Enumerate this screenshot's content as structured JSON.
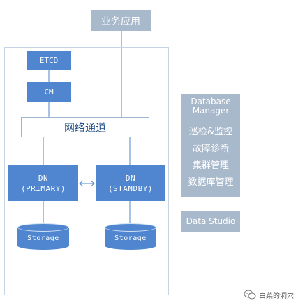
{
  "nodes": {
    "business_app": "业务应用",
    "etcd": "ETCD",
    "cm": "CM",
    "network_channel": "网络通道",
    "dn_primary": {
      "line1": "DN",
      "line2": "(PRIMARY)"
    },
    "dn_standby": {
      "line1": "DN",
      "line2": "(STANDBY)"
    },
    "storage_left": "Storage",
    "storage_right": "Storage"
  },
  "database_manager": {
    "title_line1": "Database",
    "title_line2": "Manager",
    "items": [
      "巡检&监控",
      "故障诊断",
      "集群管理",
      "数据库管理"
    ]
  },
  "data_studio": "Data Studio",
  "footer": {
    "watermark": "白菜的洞穴",
    "icon": "wechat-icon"
  },
  "colors": {
    "node_blue": "#4f86cf",
    "panel_gray": "#a9b9cc",
    "line_blue": "#4f86cf",
    "cluster_border": "#c5d3e4"
  }
}
